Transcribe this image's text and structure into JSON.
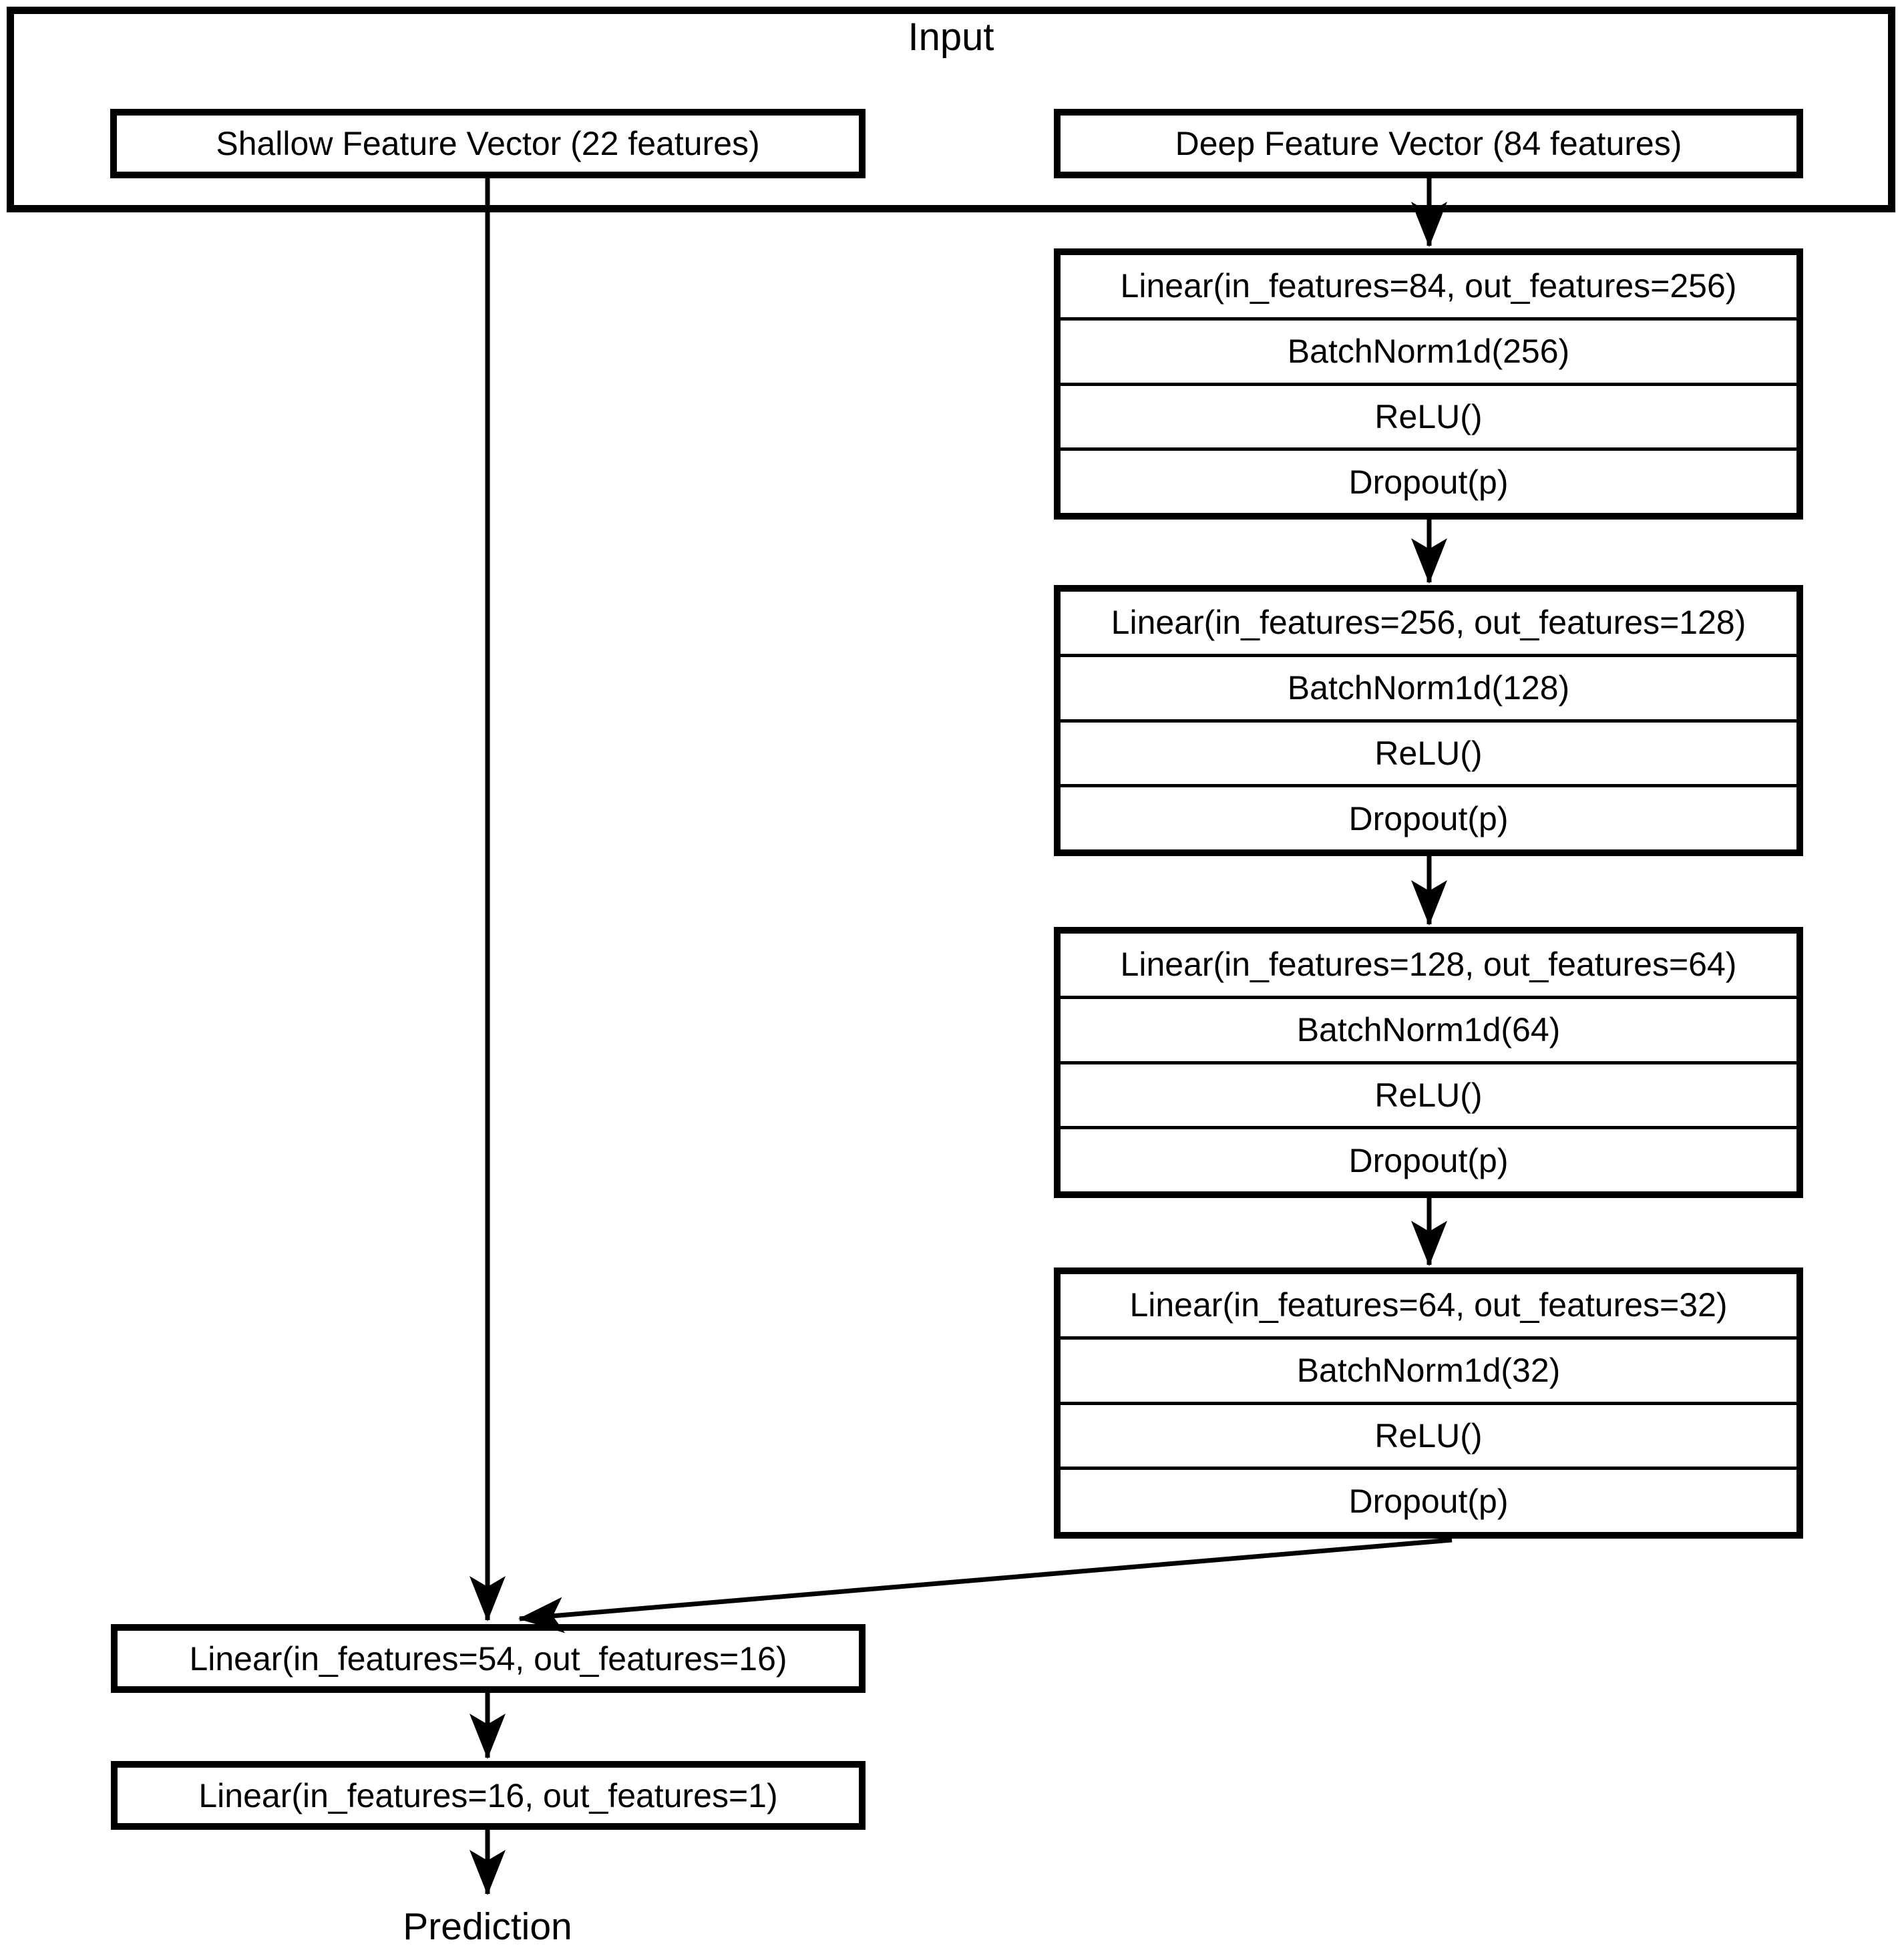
{
  "diagram": {
    "input_group": {
      "title": "Input",
      "shallow_label": "Shallow Feature Vector (22 features)",
      "deep_label": "Deep Feature Vector (84 features)"
    },
    "deep_blocks": [
      {
        "rows": [
          "Linear(in_features=84, out_features=256)",
          "BatchNorm1d(256)",
          "ReLU()",
          "Dropout(p)"
        ]
      },
      {
        "rows": [
          "Linear(in_features=256, out_features=128)",
          "BatchNorm1d(128)",
          "ReLU()",
          "Dropout(p)"
        ]
      },
      {
        "rows": [
          "Linear(in_features=128, out_features=64)",
          "BatchNorm1d(64)",
          "ReLU()",
          "Dropout(p)"
        ]
      },
      {
        "rows": [
          "Linear(in_features=64, out_features=32)",
          "BatchNorm1d(32)",
          "ReLU()",
          "Dropout(p)"
        ]
      }
    ],
    "fusion_layers": [
      "Linear(in_features=54, out_features=16)",
      "Linear(in_features=16, out_features=1)"
    ],
    "output_label": "Prediction",
    "colors": {
      "stroke": "#000000",
      "background": "#ffffff",
      "text": "#000000"
    }
  }
}
